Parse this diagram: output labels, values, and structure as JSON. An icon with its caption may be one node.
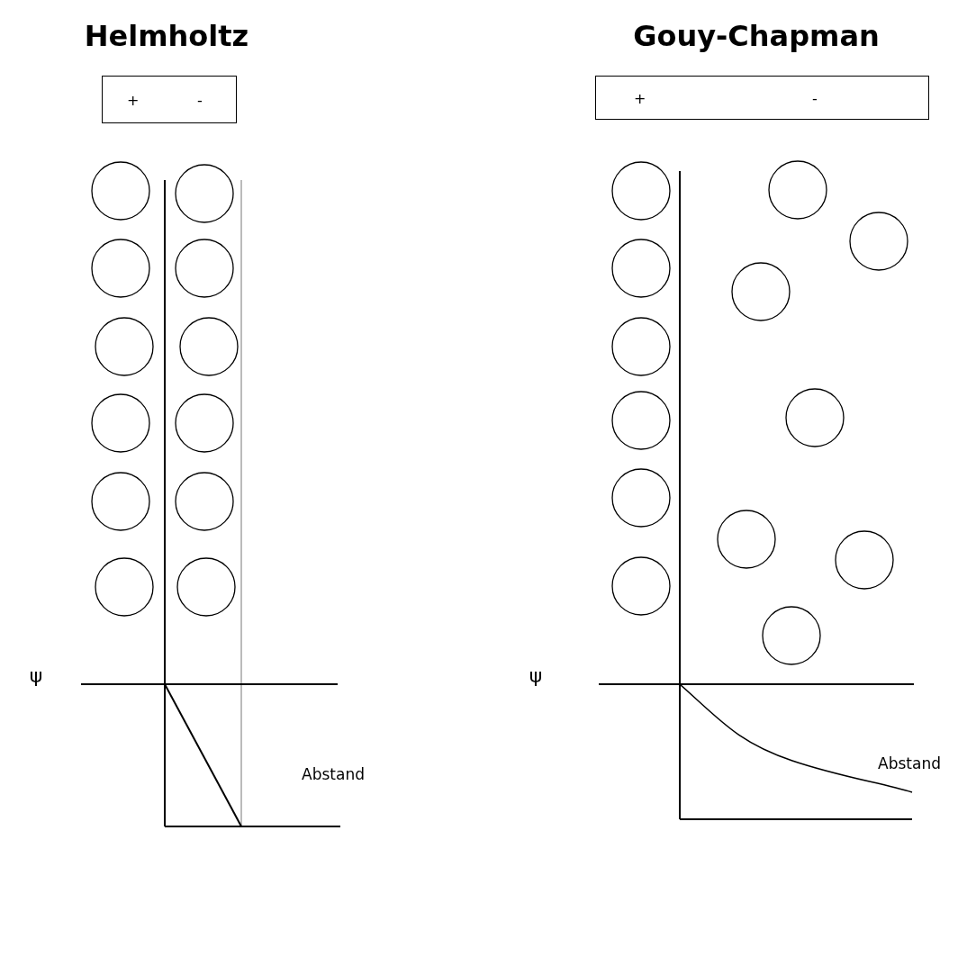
{
  "diagram": {
    "nodes": [
      {
        "text": [
          "+",
          "-"
        ]
      },
      {
        "text": [
          "+",
          "-"
        ]
      }
    ],
    "edges": [],
    "labels": [
      "Helmholtz",
      "Gouy-Chapman",
      "ψ",
      "ψ",
      "Abstand",
      "Abstand"
    ]
  }
}
